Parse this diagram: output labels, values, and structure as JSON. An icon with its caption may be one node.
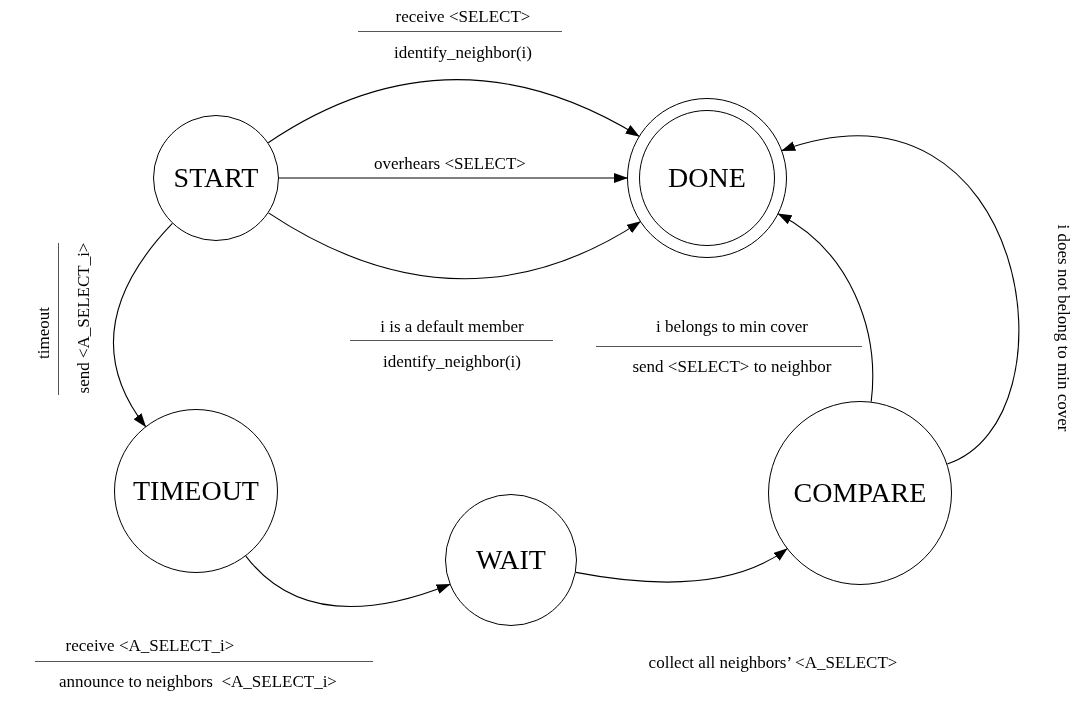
{
  "diagram": {
    "nodes": [
      {
        "text": [
          "START"
        ]
      },
      {
        "text": [
          "DONE"
        ]
      },
      {
        "text": [
          "TIMEOUT"
        ]
      },
      {
        "text": [
          "COMPARE"
        ]
      },
      {
        "text": [
          "WAIT"
        ]
      }
    ],
    "edges": [
      {
        "from": 0,
        "to": 1,
        "arrow": "to",
        "label": "receive <SELECT>"
      },
      {
        "from": 0,
        "to": 1,
        "arrow": "to",
        "label": "overhears <SELECT>"
      },
      {
        "from": 0,
        "to": 1,
        "arrow": "to",
        "label": "i is a default member"
      },
      {
        "from": 0,
        "to": 2,
        "arrow": "to",
        "label": "timeout"
      },
      {
        "from": 2,
        "to": 4,
        "arrow": "to",
        "label": "receive <A_SELECT_i>"
      },
      {
        "from": 4,
        "to": 3,
        "arrow": "to",
        "label": "collect all neighbors’ <A_SELECT>"
      },
      {
        "from": 3,
        "to": 1,
        "arrow": "to",
        "label": "i belongs to min cover"
      },
      {
        "from": 3,
        "to": 1,
        "arrow": "to",
        "label": "i does not belong to min cover"
      }
    ],
    "labels": [
      "identify_neighbor(i)",
      "send <A_SELECT_i>",
      "identify_neighbor(i)",
      "send <SELECT> to neighbor",
      "announce to neighbors  <A_SELECT_i>"
    ]
  }
}
